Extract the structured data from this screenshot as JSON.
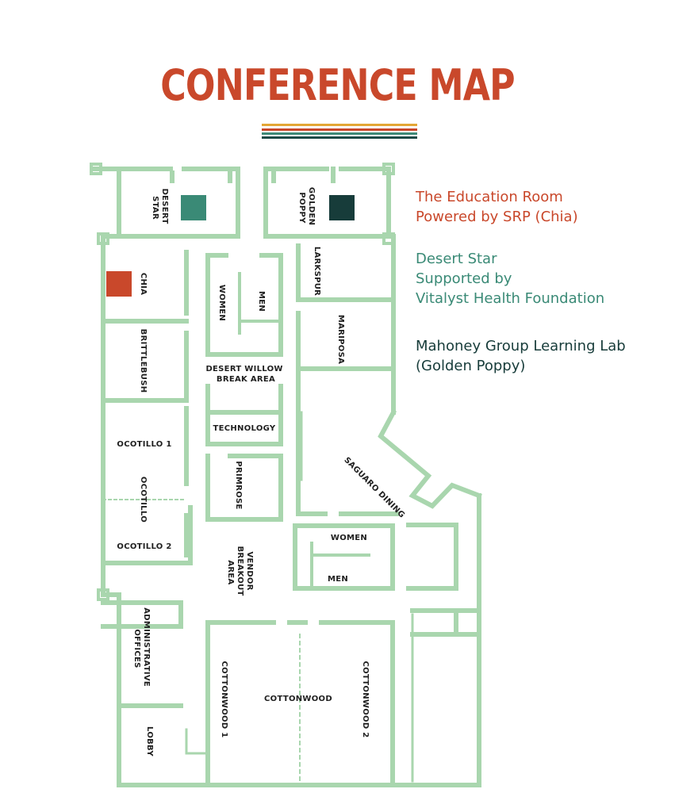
{
  "title": "CONFERENCE MAP",
  "colors": {
    "title": "#c9482b",
    "stripes": [
      "#e3a634",
      "#c9482b",
      "#3f8a78",
      "#1d4a47"
    ],
    "wall": "#a9d6ae",
    "chia_marker": "#c9482b",
    "desert_star_marker": "#3a8a76",
    "golden_poppy_marker": "#173c3a"
  },
  "legend": [
    {
      "lines": [
        "The Education Room",
        "Powered by SRP (Chia)"
      ],
      "color": "#c9482b"
    },
    {
      "lines": [
        "Desert Star",
        "Supported by",
        "Vitalyst Health Foundation"
      ],
      "color": "#3a8a76"
    },
    {
      "lines": [
        "Mahoney Group Learning Lab",
        "(Golden Poppy)"
      ],
      "color": "#173c3a"
    }
  ],
  "rooms": {
    "desert_star": [
      "DESERT",
      "STAR"
    ],
    "golden_poppy": [
      "GOLDEN",
      "POPPY"
    ],
    "larkspur": "LARKSPUR",
    "chia": "CHIA",
    "women_top": "WOMEN",
    "men_top": "MEN",
    "mariposa": "MARIPOSA",
    "brittlebush": "BRITTLEBUSH",
    "desert_willow": [
      "DESERT WILLOW",
      "BREAK AREA"
    ],
    "technology": "TECHNOLOGY",
    "ocotillo_1": "OCOTILLO 1",
    "ocotillo": "OCOTILLO",
    "primrose": "PRIMROSE",
    "saguaro_dining": "SAGUARO DINING",
    "ocotillo_2": "OCOTILLO 2",
    "vendor": [
      "VENDOR",
      "BREAKOUT",
      "AREA"
    ],
    "women_bottom": "WOMEN",
    "men_bottom": "MEN",
    "administrative": [
      "ADMINISTRATIVE",
      "OFFICES"
    ],
    "cottonwood_1": "COTTONWOOD 1",
    "cottonwood": "COTTONWOOD",
    "cottonwood_2": "COTTONWOOD 2",
    "lobby": "LOBBY"
  }
}
